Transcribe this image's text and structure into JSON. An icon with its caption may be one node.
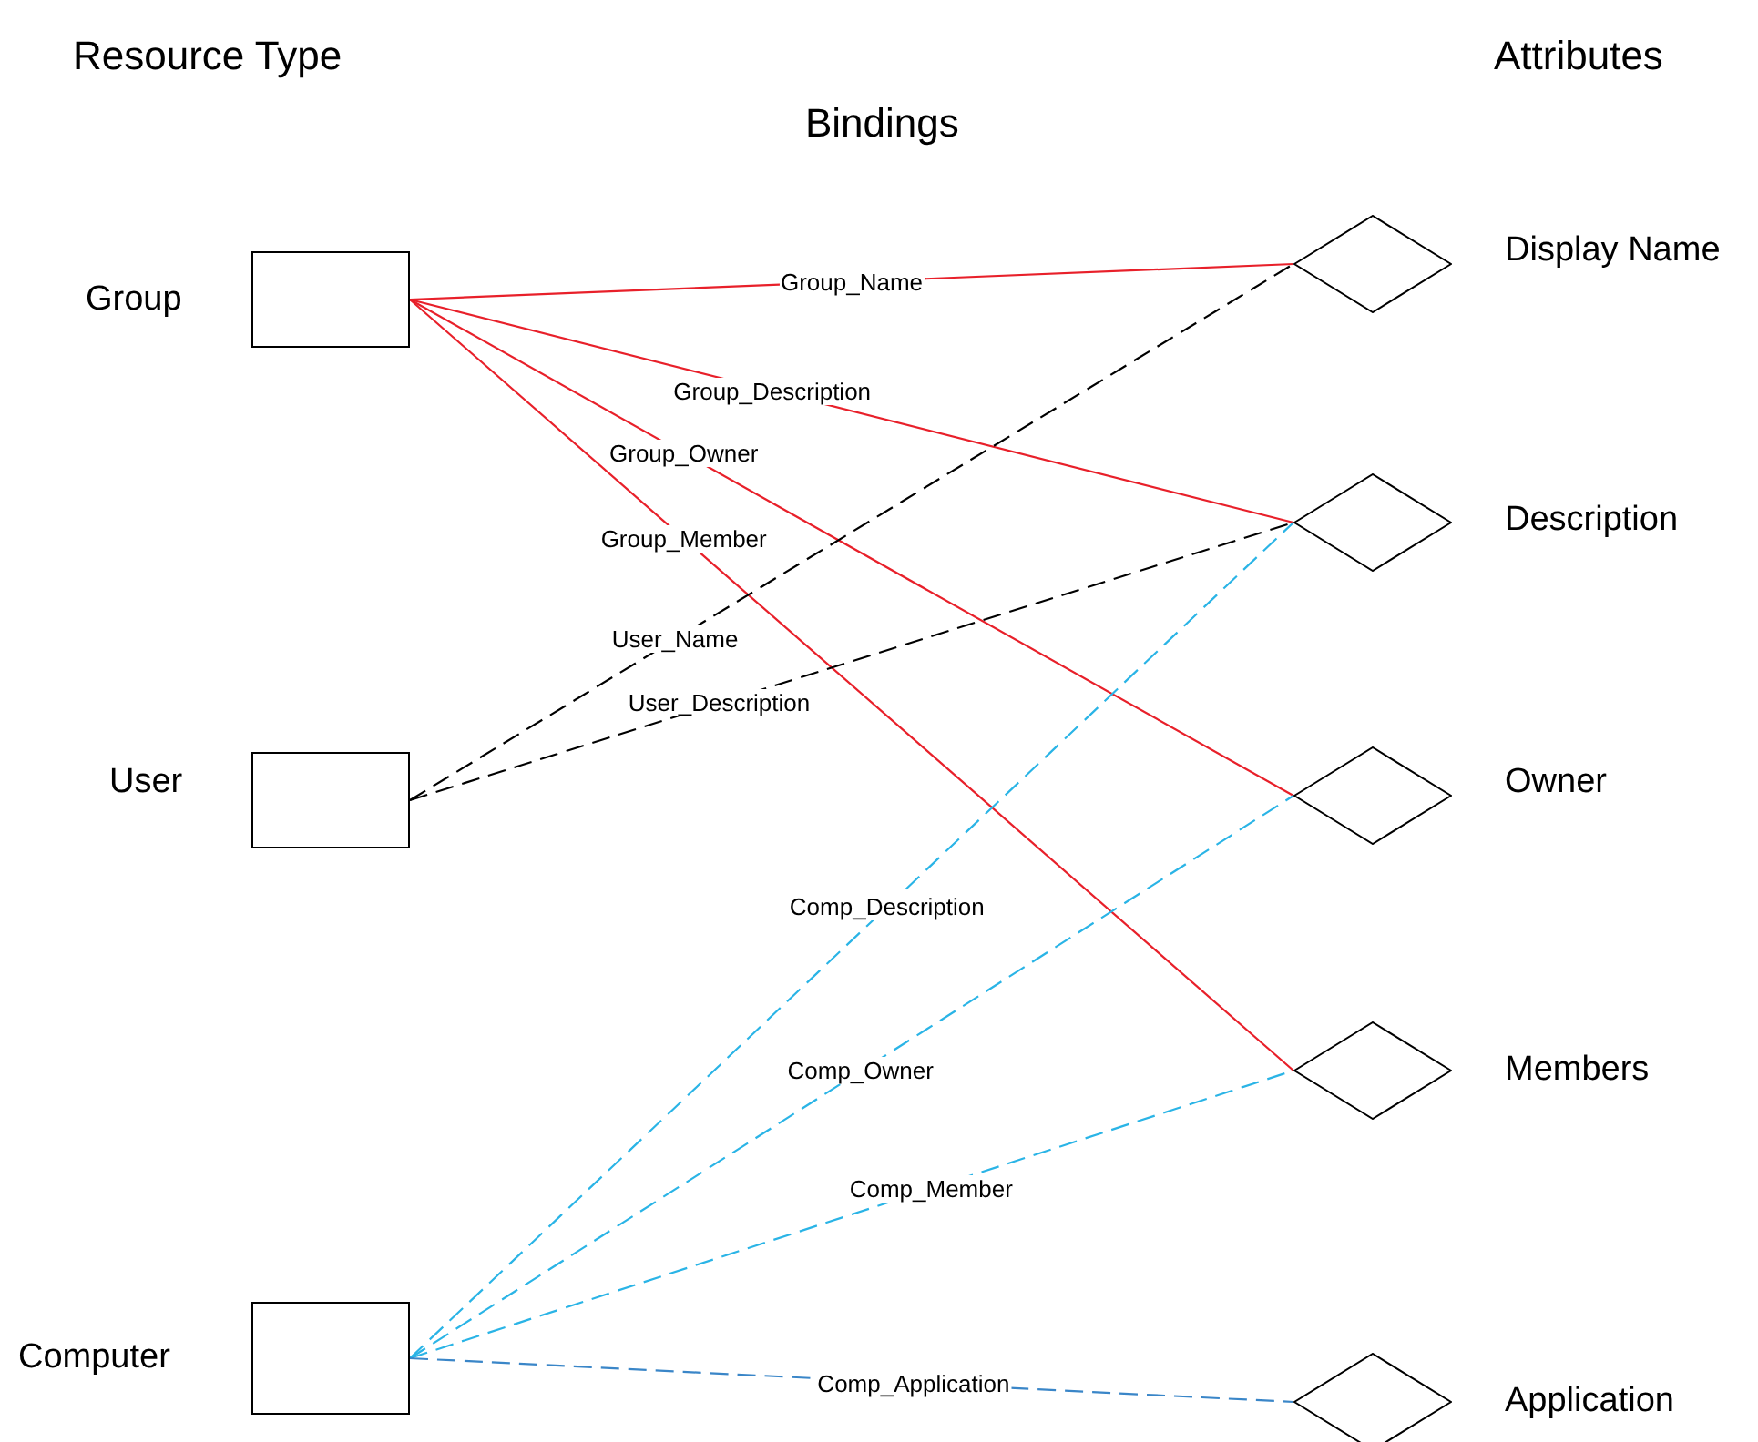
{
  "diagram": {
    "nodes": [
      {
        "text": [],
        "shape": "box",
        "beside": [
          "Group"
        ]
      },
      {
        "text": [],
        "shape": "box",
        "beside": [
          "User"
        ]
      },
      {
        "text": [],
        "shape": "box",
        "beside": [
          "Computer"
        ]
      },
      {
        "text": [],
        "shape": "diamond",
        "beside": [
          "Display Name"
        ]
      },
      {
        "text": [],
        "shape": "diamond",
        "beside": [
          "Description"
        ]
      },
      {
        "text": [],
        "shape": "diamond",
        "beside": [
          "Owner"
        ]
      },
      {
        "text": [],
        "shape": "diamond",
        "beside": [
          "Members"
        ]
      },
      {
        "text": [],
        "shape": "diamond",
        "beside": [
          "Application"
        ]
      }
    ],
    "edges": [
      {
        "from": 0,
        "to": 3,
        "arrow": "none",
        "label": "Group_Name",
        "color": "#e8202a"
      },
      {
        "from": 0,
        "to": 4,
        "arrow": "none",
        "label": "Group_Description",
        "color": "#e8202a"
      },
      {
        "from": 0,
        "to": 5,
        "arrow": "none",
        "label": "Group_Owner",
        "color": "#e8202a"
      },
      {
        "from": 0,
        "to": 6,
        "arrow": "none",
        "label": "Group_Member",
        "color": "#e8202a"
      },
      {
        "from": 1,
        "to": 3,
        "arrow": "none",
        "label": "User_Name",
        "style": "dashed",
        "color": "#000000"
      },
      {
        "from": 1,
        "to": 4,
        "arrow": "none",
        "label": "User_Description",
        "style": "dashed",
        "color": "#000000"
      },
      {
        "from": 2,
        "to": 4,
        "arrow": "none",
        "label": "Comp_Description",
        "style": "dashed",
        "color": "#2ab4e6"
      },
      {
        "from": 2,
        "to": 5,
        "arrow": "none",
        "label": "Comp_Owner",
        "style": "dashed",
        "color": "#2ab4e6"
      },
      {
        "from": 2,
        "to": 6,
        "arrow": "none",
        "label": "Comp_Member",
        "style": "dashed",
        "color": "#2ab4e6"
      },
      {
        "from": 2,
        "to": 7,
        "arrow": "none",
        "label": "Comp_Application",
        "style": "dashed",
        "color": "#3a86c8"
      }
    ],
    "labels": [
      "Resource Type",
      "Attributes",
      "Bindings"
    ]
  }
}
